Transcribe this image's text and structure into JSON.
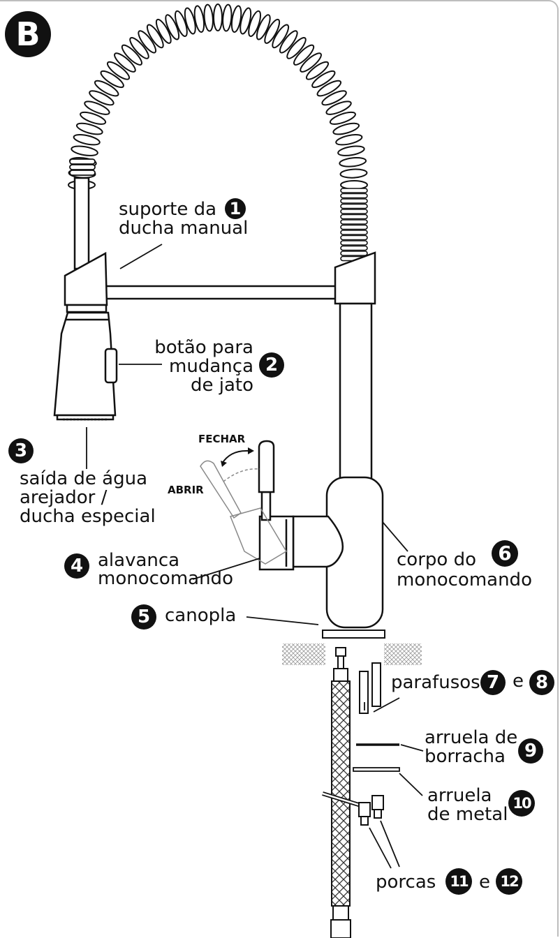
{
  "section_letter": "B",
  "labels": {
    "l1": {
      "text_line1": "suporte da",
      "text_line2": "ducha manual",
      "number": "1"
    },
    "l2": {
      "text_line1": "botão para",
      "text_line2": "mudança",
      "text_line3": "de jato",
      "number": "2"
    },
    "l3": {
      "text_line1": "saída de água",
      "text_line2": "arejador /",
      "text_line3": "ducha especial",
      "number": "3"
    },
    "l4": {
      "text_line1": "alavanca",
      "text_line2": "monocomando",
      "number": "4"
    },
    "l5": {
      "text_line1": "canopla",
      "number": "5"
    },
    "l6": {
      "text_line1": "corpo do",
      "text_line2": "monocomando",
      "number": "6"
    },
    "l7_8": {
      "text": "parafusos",
      "number_a": "7",
      "joiner": "e",
      "number_b": "8"
    },
    "l9": {
      "text_line1": "arruela de",
      "text_line2": "borracha",
      "number": "9"
    },
    "l10": {
      "text_line1": "arruela",
      "text_line2": "de metal",
      "number": "10"
    },
    "l11_12": {
      "text": "porcas",
      "number_a": "11",
      "joiner": "e",
      "number_b": "12"
    }
  },
  "lever_directions": {
    "close": "FECHAR",
    "open": "ABRIR"
  },
  "icons": [
    "spring-hose-icon",
    "faucet-body-icon",
    "hand-shower-icon",
    "lever-icon",
    "braided-hose-icon"
  ]
}
